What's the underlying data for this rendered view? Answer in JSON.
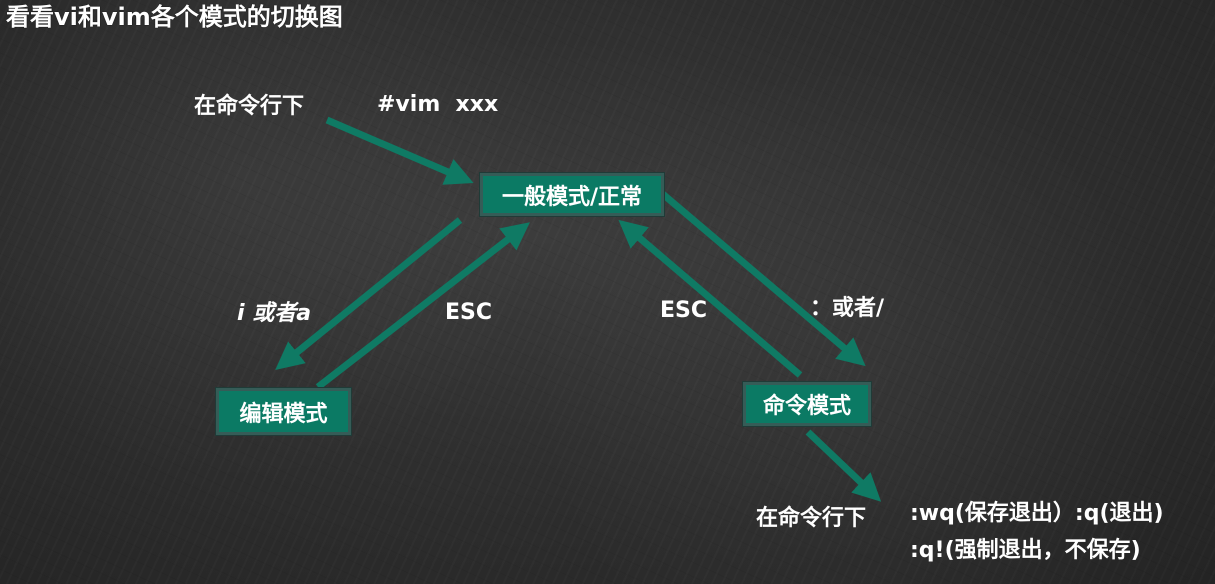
{
  "title": "看看vi和vim各个模式的切换图",
  "nodes": {
    "normal_mode": "一般模式/正常",
    "edit_mode": "编辑模式",
    "command_mode": "命令模式"
  },
  "labels": {
    "cmdline_start": "在命令行下",
    "vim_cmd": "#vim  xxx",
    "i_or_a": "i 或者a",
    "esc_left": "ESC",
    "esc_right": "ESC",
    "colon_or_slash": "：或者/",
    "cmdline_end": "在命令行下",
    "wq_quit": ":wq(保存退出）:q(退出)",
    "force_quit": ":q!(强制退出，不保存)"
  },
  "colors": {
    "arrow": "#0f7a64",
    "box_fill": "#0b7a64",
    "text": "#ffffff"
  }
}
